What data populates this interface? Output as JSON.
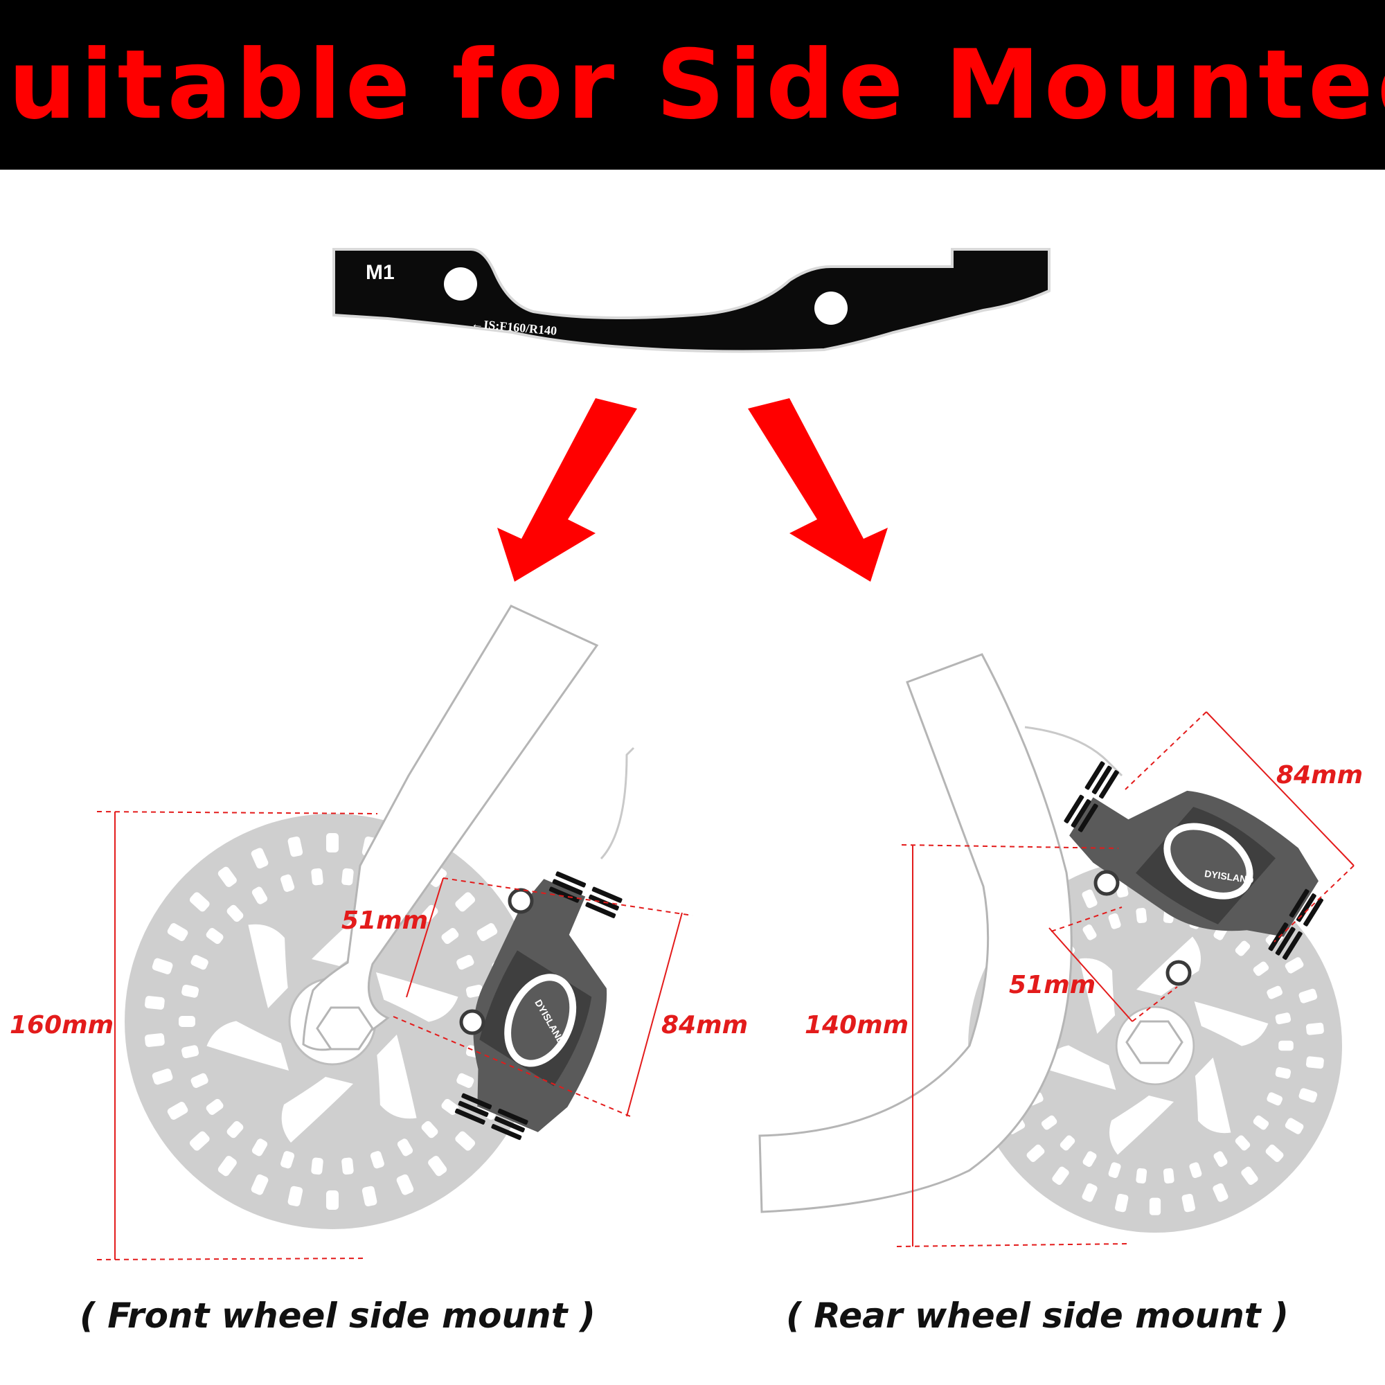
{
  "header": {
    "title": "Suitable for Side Mounted"
  },
  "adapter": {
    "model_label": "M1",
    "spec_label": "←IS:F160/R140"
  },
  "front": {
    "caption": "( Front wheel side mount )",
    "rotor_height_label": "160mm",
    "mount_spacing_label": "51mm",
    "caliper_spacing_label": "84mm",
    "brand_label": "DYISLAND"
  },
  "rear": {
    "caption": "( Rear wheel side mount )",
    "rotor_height_label": "140mm",
    "mount_spacing_label": "51mm",
    "caliper_spacing_label": "84mm",
    "brand_label": "DYISLAND"
  },
  "colors": {
    "accent_red": "#ff0000",
    "dimension_red": "#e31b1b",
    "header_bg": "#000000",
    "rotor_gray": "#cfcfcf",
    "caliper_gray": "#5a5a5a"
  }
}
